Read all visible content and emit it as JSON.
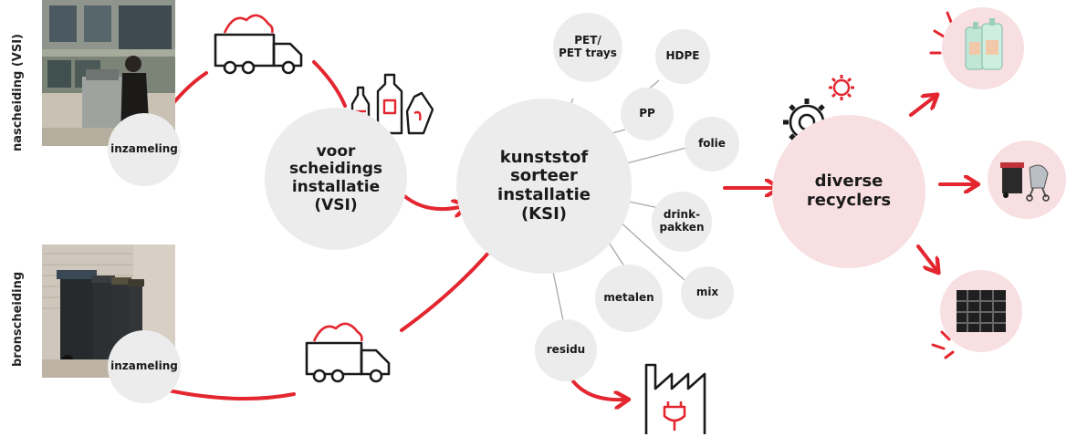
{
  "side_labels": {
    "nascheiding": "nascheiding (VSI)",
    "bronscheiding": "bronscheiding"
  },
  "collection": {
    "top": "inzameling",
    "bottom": "inzameling"
  },
  "vsi": {
    "label": "voor\nscheidings\ninstallatie\n(VSI)"
  },
  "ksi": {
    "label": "kunststof\nsorteer\ninstallatie\n(KSI)"
  },
  "outputs": {
    "pet": "PET/\nPET trays",
    "hdpe": "HDPE",
    "pp": "PP",
    "folie": "folie",
    "drinkpakken": "drink-\npakken",
    "metalen": "metalen",
    "mix": "mix",
    "residu": "residu"
  },
  "recyclers": {
    "label": "diverse\nrecyclers"
  },
  "colors": {
    "accent_red": "#e3262f",
    "circle_grey": "#ececec",
    "circle_pink": "#f7dfe2",
    "line_grey": "#a8a8a8"
  },
  "icons": [
    "garbage-truck-icon",
    "bottles-icon",
    "gear-icon",
    "factory-icon",
    "plug-icon",
    "detergent-bottles-image",
    "bin-stroller-image",
    "crate-grid-image"
  ]
}
